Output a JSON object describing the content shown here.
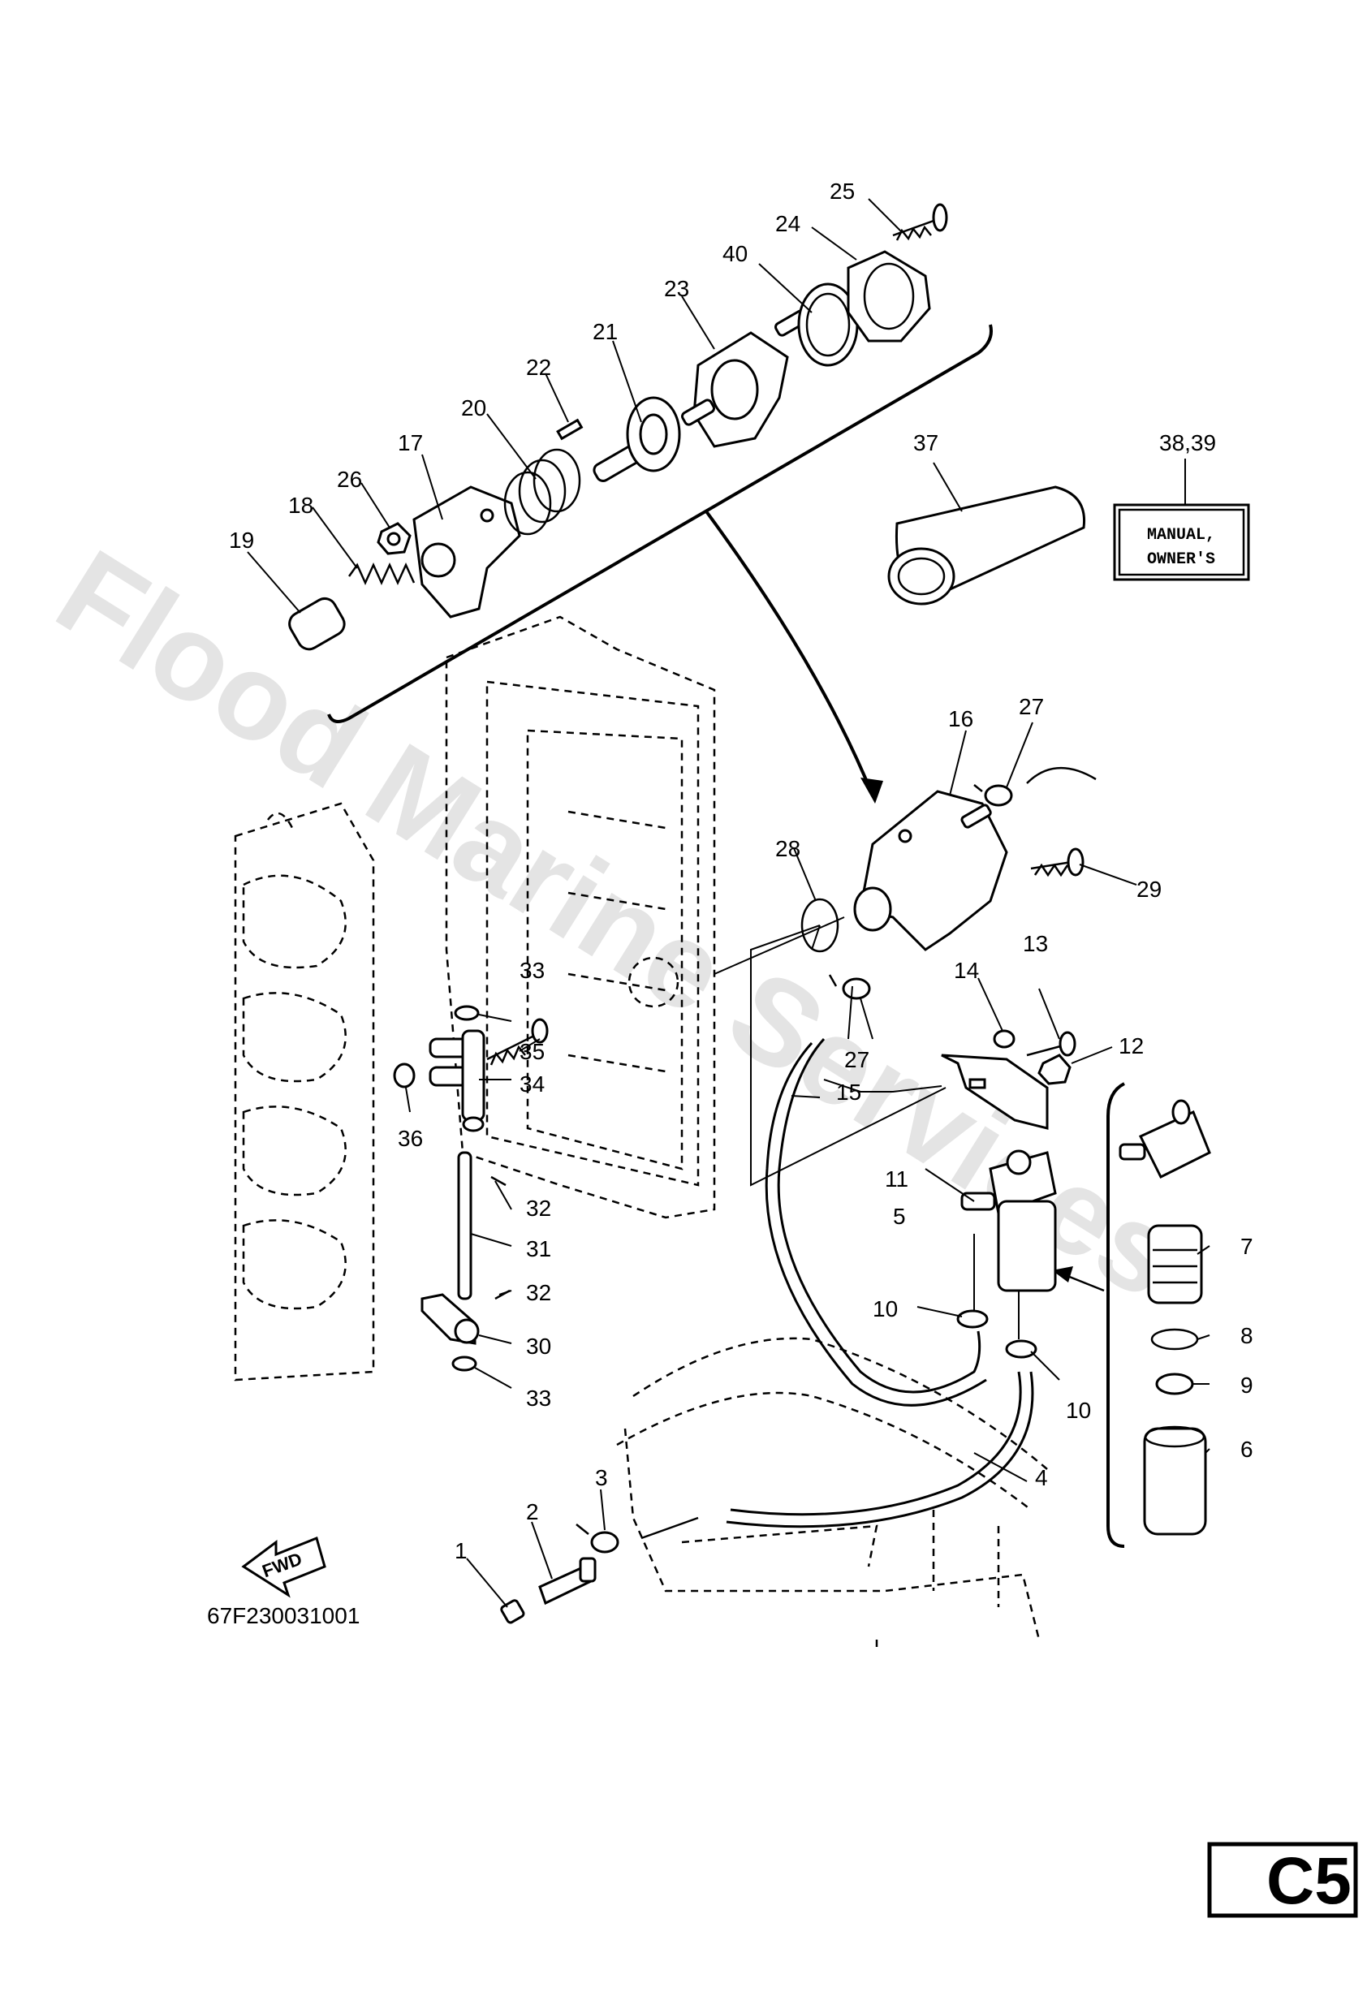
{
  "watermark": "Flood Marine Services",
  "drawing_code": "67F230031001",
  "page_code": "C5",
  "fwd_label": "FWD",
  "manual_label_line1": "MANUAL,",
  "manual_label_line2": "OWNER'S",
  "callouts": {
    "c1": "1",
    "c2": "2",
    "c3": "3",
    "c4": "4",
    "c5": "5",
    "c6": "6",
    "c7": "7",
    "c8": "8",
    "c9": "9",
    "c10a": "10",
    "c10b": "10",
    "c11": "11",
    "c12": "12",
    "c13": "13",
    "c14": "14",
    "c15": "15",
    "c16": "16",
    "c17": "17",
    "c18": "18",
    "c19": "19",
    "c20": "20",
    "c21": "21",
    "c22": "22",
    "c23": "23",
    "c24": "24",
    "c25": "25",
    "c26": "26",
    "c27a": "27",
    "c27b": "27",
    "c28": "28",
    "c29": "29",
    "c30": "30",
    "c31": "31",
    "c32a": "32",
    "c32b": "32",
    "c33a": "33",
    "c33b": "33",
    "c34": "34",
    "c35": "35",
    "c36": "36",
    "c37": "37",
    "c3839": "38,39",
    "c40": "40"
  }
}
